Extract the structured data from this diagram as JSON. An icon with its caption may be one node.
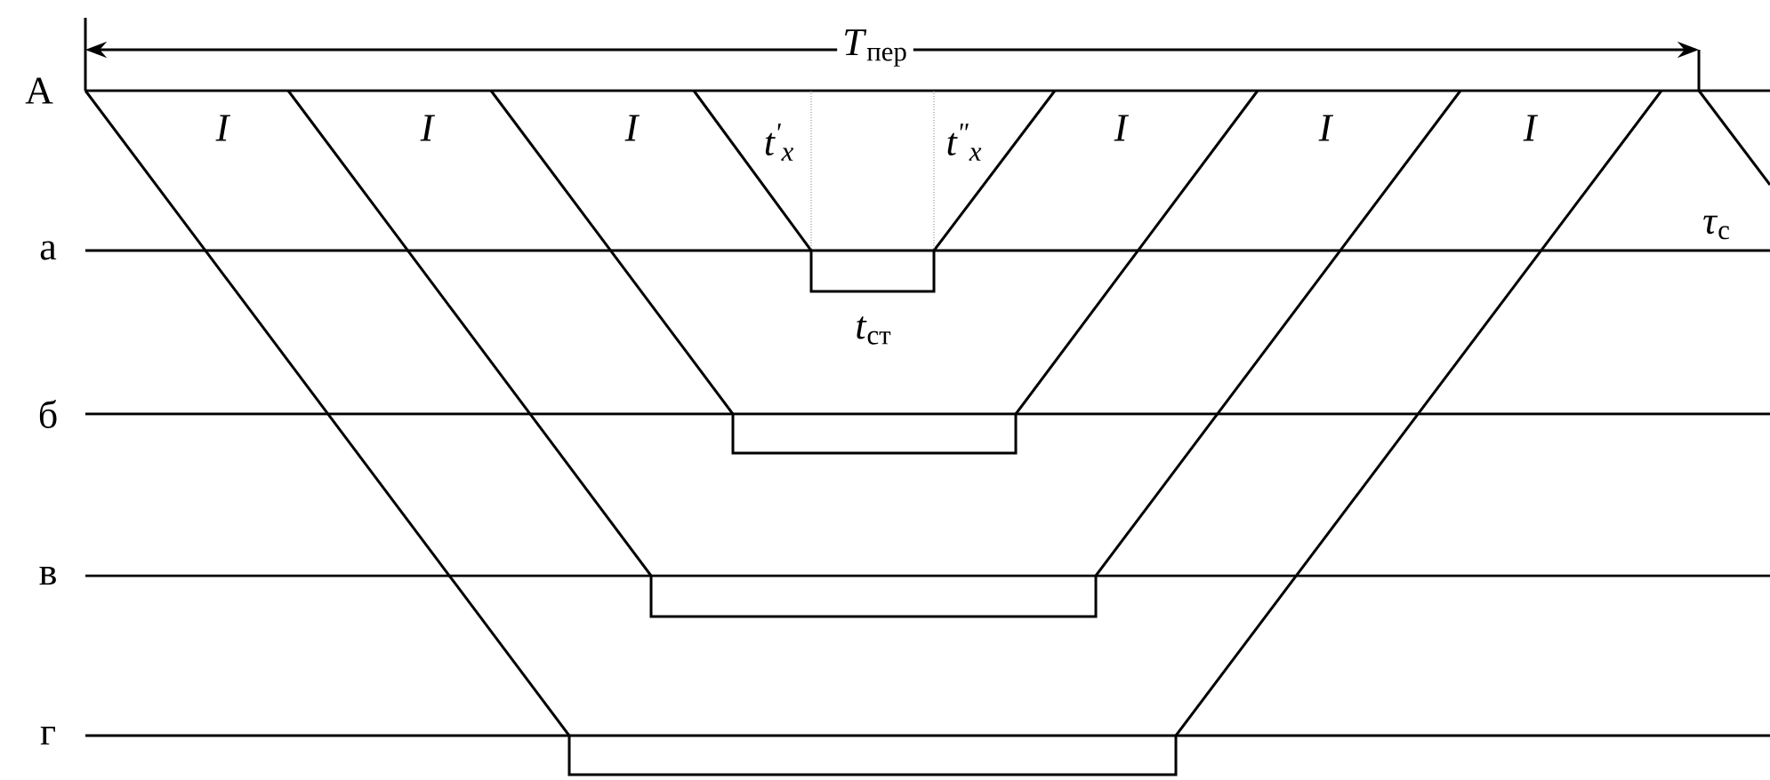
{
  "diagram": {
    "labels": [
      "*T*$_{пер}$",
      "А",
      "I",
      "I",
      "I",
      "t$^{'}$$_{x}$",
      "t$^{\"}$$_{x}$",
      "I",
      "I",
      "I",
      "*τ*$_{с}$",
      "а",
      "*t*$_{ст}$",
      "б",
      "в",
      "г"
    ]
  }
}
